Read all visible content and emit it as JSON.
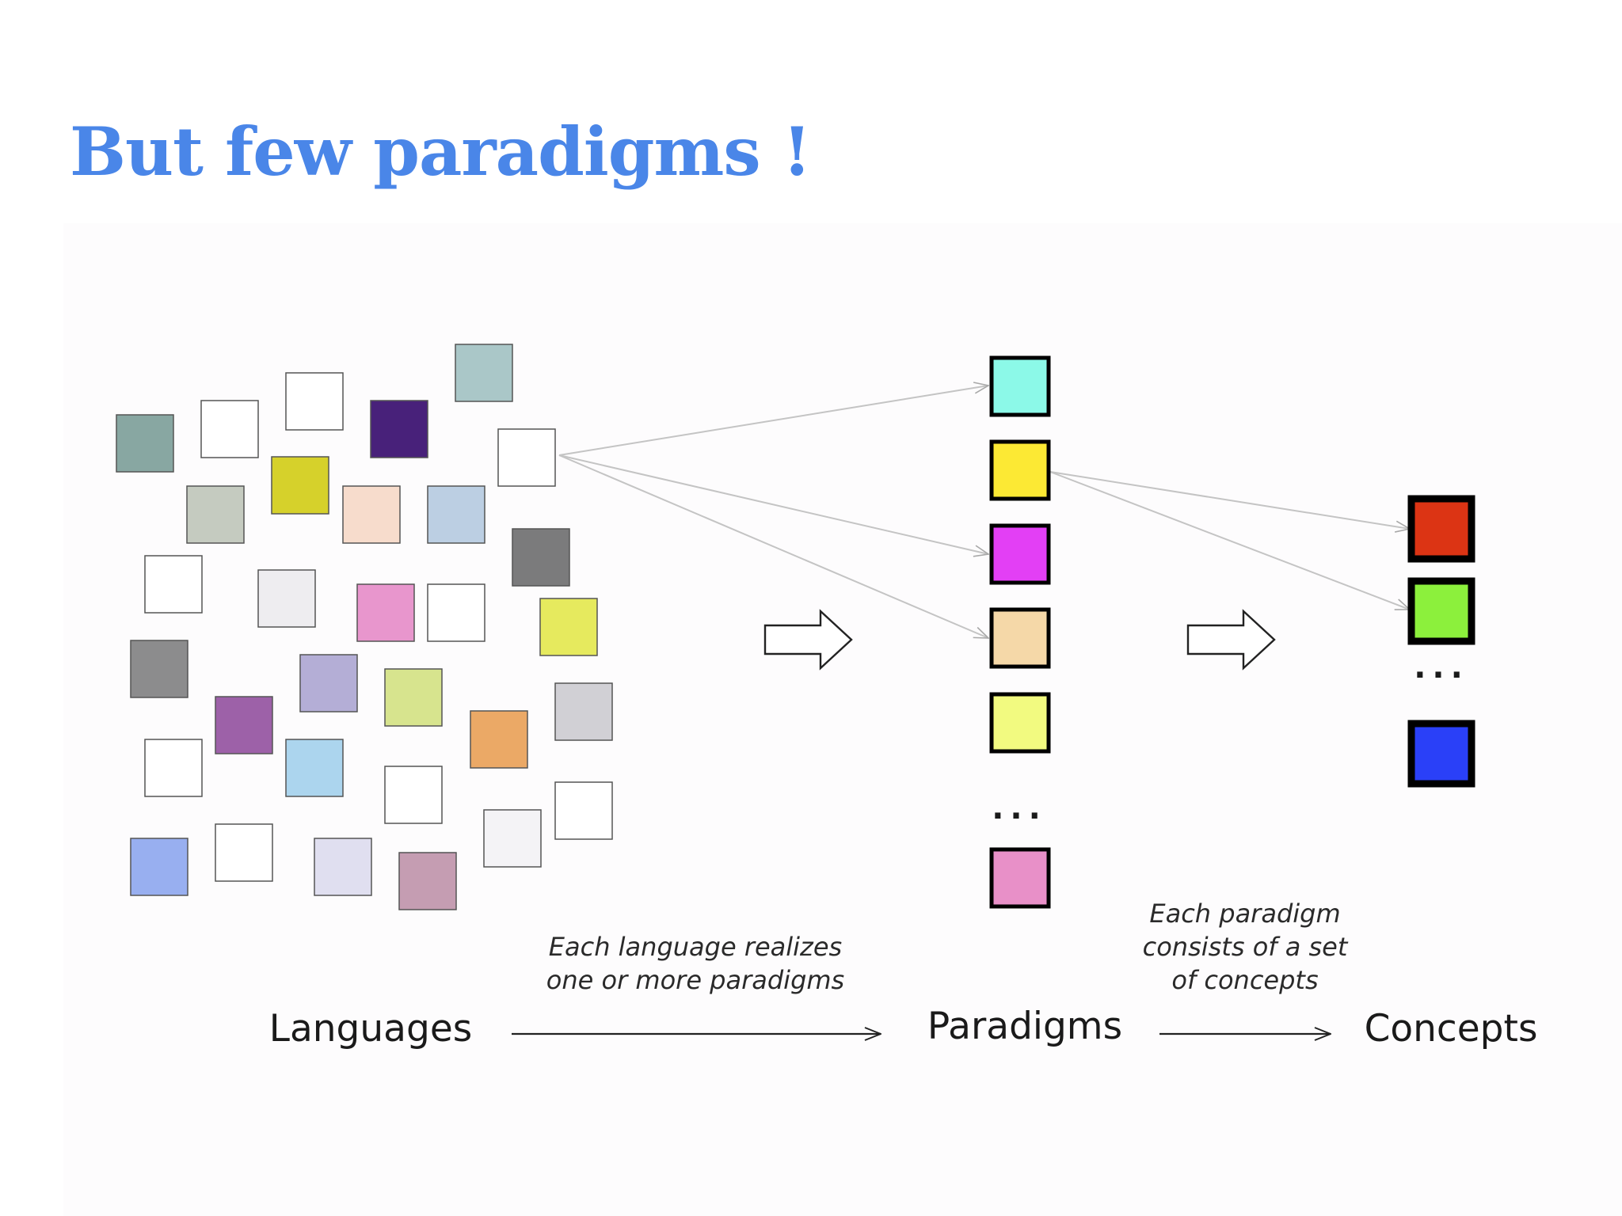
{
  "slide": {
    "title": "But few paradigms !"
  },
  "diagram": {
    "labels": {
      "languages": "Languages",
      "paradigms": "Paradigms",
      "concepts": "Concepts"
    },
    "captions": {
      "languages_to_paradigms": [
        "Each language realizes",
        "one or more paradigms"
      ],
      "paradigms_to_concepts": [
        "Each paradigm",
        "consists of a set",
        "of concepts"
      ]
    },
    "ellipsis": "...",
    "language_colors": [
      "#aac7c8",
      "#ffffff",
      "#ffffff",
      "#48217a",
      "#ffffff",
      "#88a7a2",
      "#d6d12b",
      "#c5cbc0",
      "#f7dccc",
      "#bccfe3",
      "#7b7b7c",
      "#ffffff",
      "#eeedf0",
      "#e896cd",
      "#ffffff",
      "#e6ea5e",
      "#8c8c8d",
      "#b4aed6",
      "#d7e48e",
      "#9d61a8",
      "#eba966",
      "#d1d0d5",
      "#ffffff",
      "#acd5ee",
      "#ffffff",
      "#f4f3f6",
      "#ffffff",
      "#98aff0",
      "#ffffff",
      "#e0dff0",
      "#c59db2"
    ],
    "paradigm_colors": [
      "#8cf9e8",
      "#fce934",
      "#e33ff5",
      "#f5d8a8",
      "#f2fa80",
      "#e890c8"
    ],
    "concept_colors": [
      "#dc3414",
      "#8cf03c",
      "#2a40f8"
    ]
  }
}
